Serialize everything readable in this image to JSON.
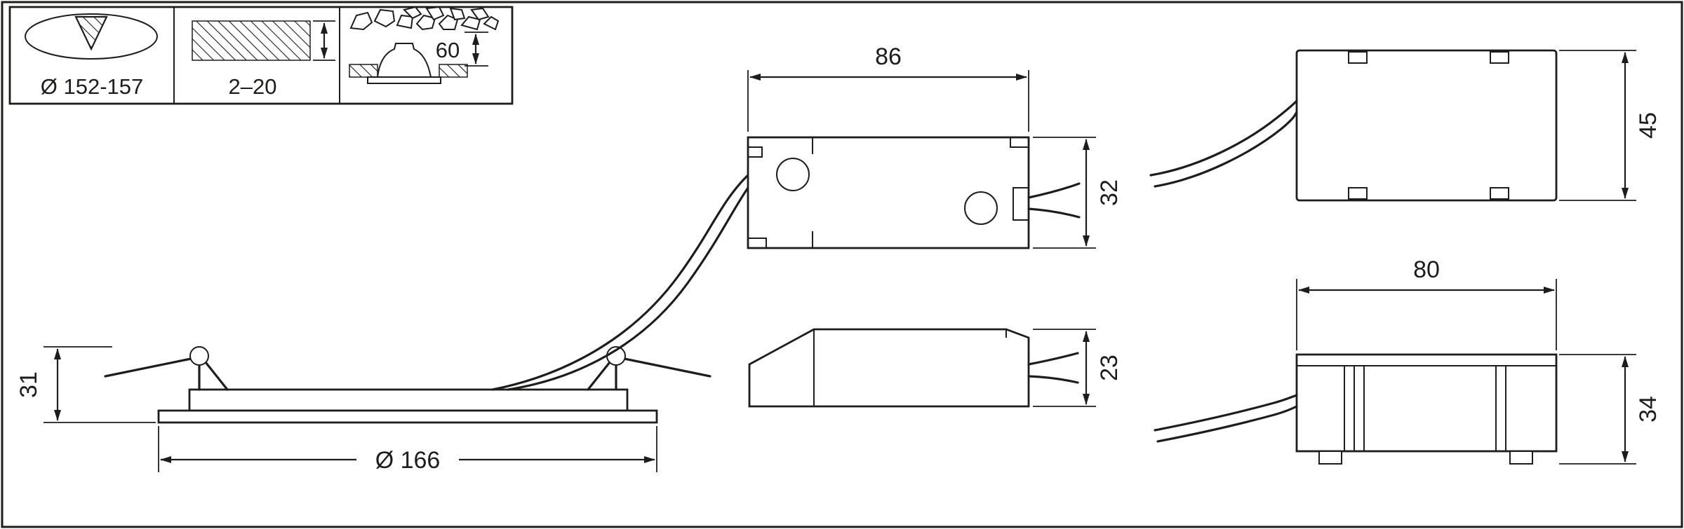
{
  "drawing": {
    "kind": "technical-dimension-drawing",
    "style": {
      "line_color": "#1d1d1b",
      "background": "#ffffff"
    },
    "info_panel": {
      "cutout": {
        "icon": "cutout-diameter-icon",
        "label": "Ø 152-157"
      },
      "ceiling_thickness": {
        "icon": "ceiling-thickness-icon",
        "label": "2–20"
      },
      "clearance": {
        "icon": "insulation-clearance-icon",
        "label": "60"
      }
    },
    "luminaire_side_view": {
      "height": "31",
      "flange_diameter": "Ø 166"
    },
    "driver_top_view": {
      "length": "86",
      "width": "32"
    },
    "driver_side_view": {
      "height": "23"
    },
    "box_top_view": {
      "height": "45"
    },
    "box_front_view": {
      "width": "80",
      "height": "34"
    }
  }
}
